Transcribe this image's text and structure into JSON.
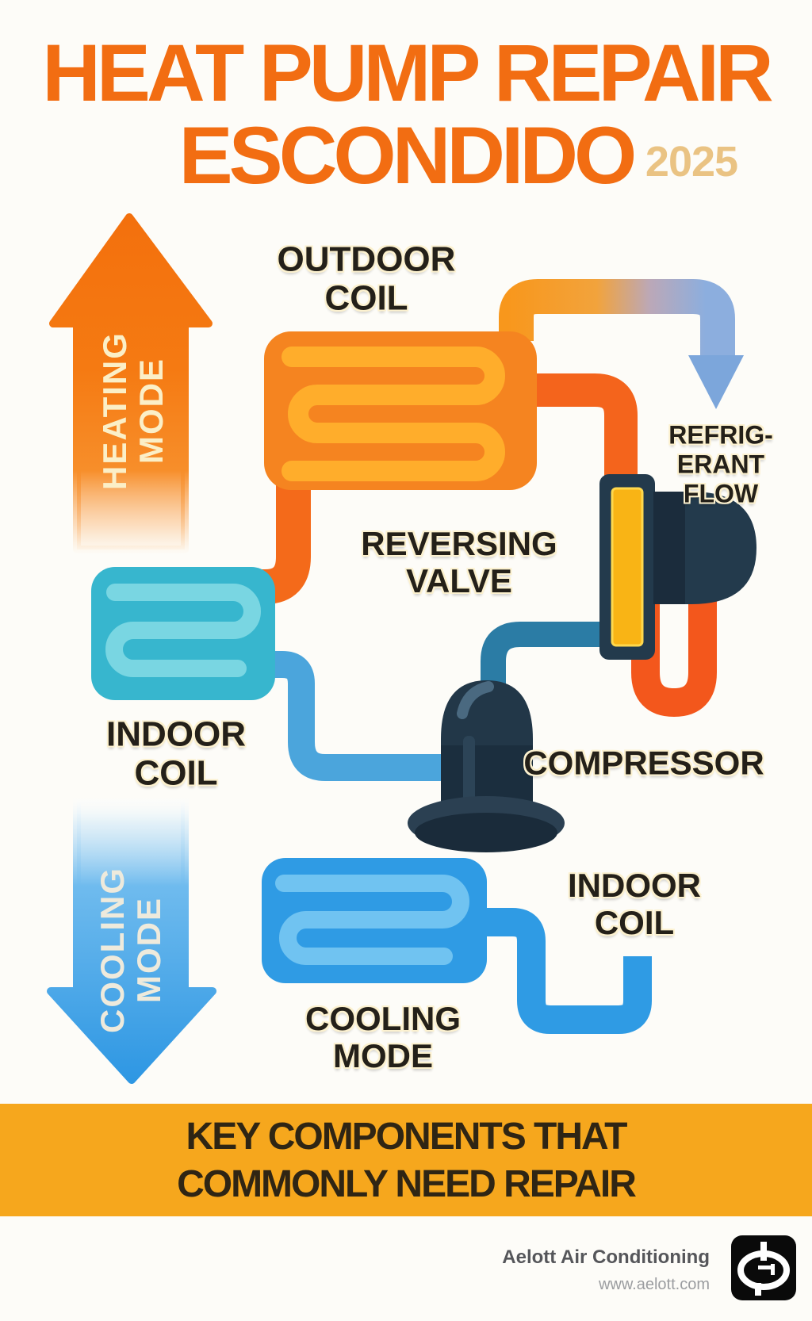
{
  "title": {
    "line1": "HEAT PUMP REPAIR",
    "line2": "ESCONDIDO",
    "year": "2025"
  },
  "modes": {
    "heating": [
      "HEATING",
      "MODE"
    ],
    "cooling": [
      "COOLING",
      "MODE"
    ]
  },
  "labels": {
    "outdoor_coil": [
      "OUTDOOR",
      "COIL"
    ],
    "refrigerant_flow": [
      "REFRIG-",
      "ERANT",
      "FLOW"
    ],
    "reversing_valve": [
      "REVERSING",
      "VALVE"
    ],
    "indoor_coil_left": [
      "INDOOR",
      "COIL"
    ],
    "compressor": "COMPRESSOR",
    "indoor_coil_right": [
      "INDOOR",
      "COIL"
    ],
    "cooling_mode": [
      "COOLING",
      "MODE"
    ]
  },
  "banner": {
    "line1": "KEY COMPONENTS THAT",
    "line2": "COMMONLY NEED REPAIR"
  },
  "footer": {
    "company": "Aelott Air Conditioning",
    "website": "www.aelott.com"
  },
  "colors": {
    "title_orange": "#F26D12",
    "year_tan": "#EAC383",
    "heating_arrow_orange": "#F3700D",
    "cooling_arrow_blue": "#2E9AE5",
    "outdoor_coil_orange": "#F58420",
    "coil_pipe_amber": "#FFAD2B",
    "refrigerant_arrow_blue": "#7CA6DB",
    "valve_navy": "#233A4C",
    "valve_amber": "#F9B415",
    "compressor_navy": "#203546",
    "indoor_coil_cyan": "#37B6CE",
    "pipe_light_blue": "#4BA5DC",
    "pipe_teal": "#2B7CA5",
    "pipe_red_orange": "#F3571C",
    "bottom_coil_blue": "#2F9BE4",
    "banner_yellow": "#F6A71D",
    "label_halo_cream": "#FCF1CF"
  }
}
